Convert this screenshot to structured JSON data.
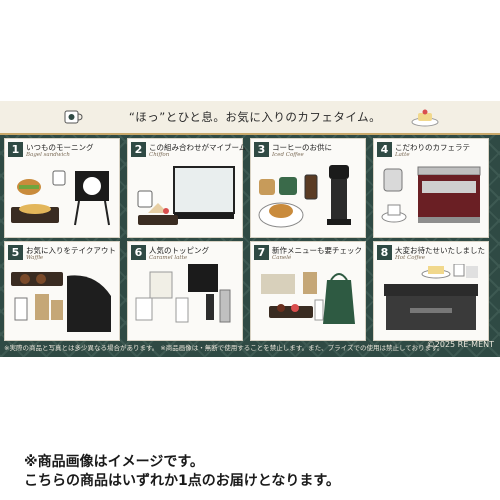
{
  "banner": {
    "title": "“ほっ”とひと息。お気に入りのカフェタイム。",
    "footer_left": "※実際の商品と写真とは多少異なる場合があります。 ※商品画像は・無断で使用することを禁止します。また、プライズでの使用は禁止しております。",
    "copyright": "©2025 RE-MENT"
  },
  "cards": [
    {
      "num": "1",
      "title": "いつものモーニング",
      "sub": "Bagel sandwich"
    },
    {
      "num": "2",
      "title": "この組み合わせがマイブーム",
      "sub": "Chiffon"
    },
    {
      "num": "3",
      "title": "コーヒーのお供に",
      "sub": "Iced Coffee"
    },
    {
      "num": "4",
      "title": "こだわりのカフェラテ",
      "sub": "Latte"
    },
    {
      "num": "5",
      "title": "お気に入りをテイクアウト",
      "sub": "Waffle"
    },
    {
      "num": "6",
      "title": "人気のトッピング",
      "sub": "Caramel latte"
    },
    {
      "num": "7",
      "title": "新作メニューも要チェック",
      "sub": "Canelé"
    },
    {
      "num": "8",
      "title": "大変お待たせいたしました",
      "sub": "Hot Coffee"
    }
  ],
  "notes": {
    "line1": "※商品画像はイメージです。",
    "line2": "こちらの商品はいずれか1点のお届けとなります。"
  }
}
